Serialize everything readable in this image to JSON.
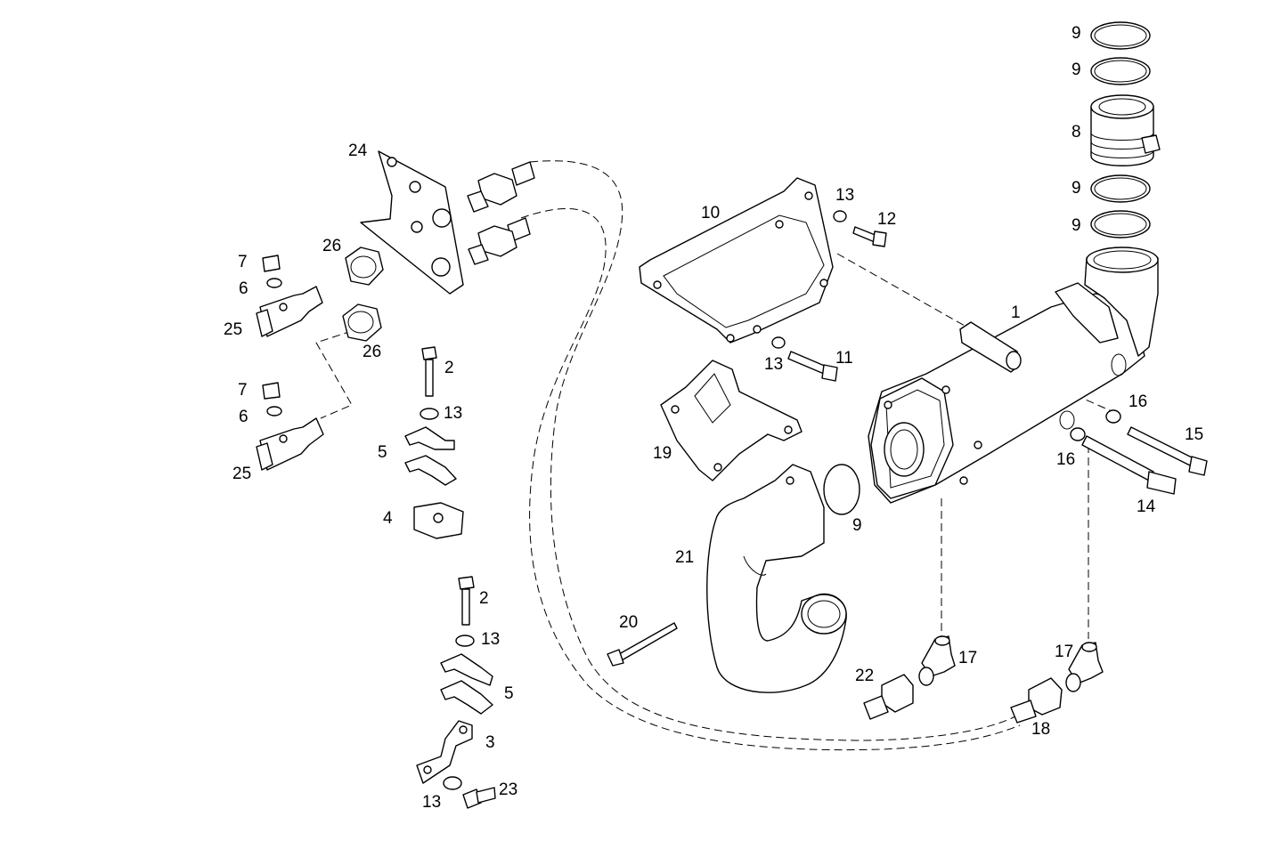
{
  "diagram": {
    "callouts": {
      "c1": "1",
      "c2a": "2",
      "c2b": "2",
      "c3": "3",
      "c4": "4",
      "c5a": "5",
      "c5b": "5",
      "c6a": "6",
      "c6b": "6",
      "c7a": "7",
      "c7b": "7",
      "c8": "8",
      "c9a": "9",
      "c9b": "9",
      "c9c": "9",
      "c9d": "9",
      "c9e": "9",
      "c10": "10",
      "c11": "11",
      "c12": "12",
      "c13a": "13",
      "c13b": "13",
      "c13c": "13",
      "c13d": "13",
      "c13e": "13",
      "c14": "14",
      "c15": "15",
      "c16a": "16",
      "c16b": "16",
      "c17a": "17",
      "c17b": "17",
      "c18": "18",
      "c19": "19",
      "c20": "20",
      "c21": "21",
      "c22": "22",
      "c23": "23",
      "c24": "24",
      "c25a": "25",
      "c25b": "25",
      "c26a": "26",
      "c26b": "26"
    }
  }
}
